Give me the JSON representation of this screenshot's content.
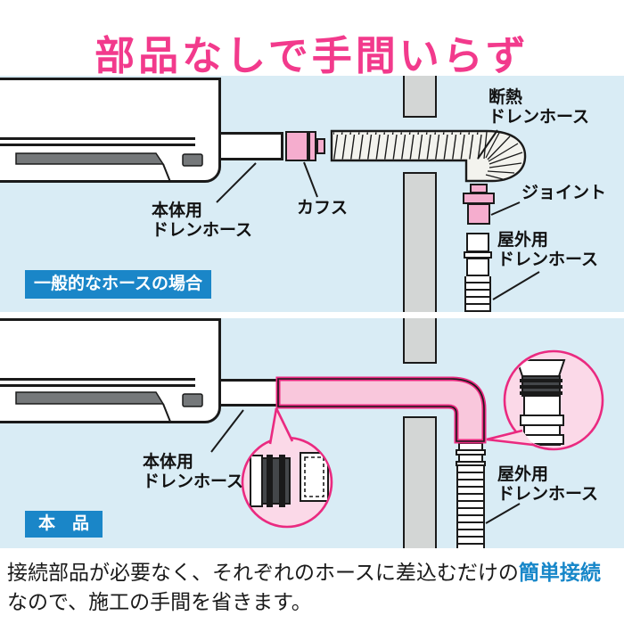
{
  "title": {
    "text": "部品なしで手間いらず",
    "color": "#f23a8c"
  },
  "panel_general": {
    "badge": "一般的なホースの場合",
    "labels": {
      "unit_hose": "本体用\nドレンホース",
      "cuff": "カフス",
      "insulated_hose": "断熱\nドレンホース",
      "joint": "ジョイント",
      "outdoor_hose": "屋外用\nドレンホース"
    }
  },
  "panel_product": {
    "badge": "本　品",
    "labels": {
      "unit_hose": "本体用\nドレンホース",
      "outdoor_hose": "屋外用\nドレンホース"
    }
  },
  "footer": {
    "line1_black": "接続部品が必要なく、それぞれのホースに差込むだけの",
    "line1_blue": "簡単接続",
    "line2": "なので、施工の手間を省きます。"
  },
  "colors": {
    "title_pink": "#f23a8c",
    "badge_blue": "#1a86c8",
    "highlight_blue": "#1787c9",
    "panel_bg": "#d9ecf5",
    "product_hose_pink": "#f9c7dc",
    "product_outline_magenta": "#ea2a80",
    "part_pink": "#f5adce",
    "callout_fill": "#fbd9e8",
    "wall_gray": "#d3d6d5",
    "vent_gray": "#75787a",
    "connector_dark": "#44474a"
  }
}
